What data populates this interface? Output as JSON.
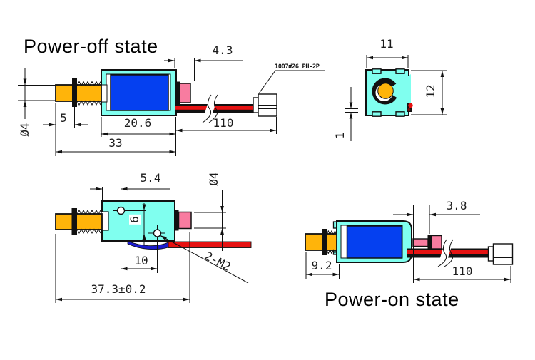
{
  "titles": {
    "power_off": "Power-off state",
    "power_on": "Power-on state"
  },
  "labels": {
    "connector": "1007#26 PH-2P",
    "thread": "2-M2"
  },
  "dims": {
    "off": {
      "stroke": "4.3",
      "shaft_dia": "Ø4",
      "shaft_len": "5",
      "body_len": "20.6",
      "total_len": "33",
      "wire_len": "110"
    },
    "end": {
      "width": "11",
      "height": "12",
      "plate_thickness": "1"
    },
    "bottom": {
      "hole_offset": "5.4",
      "pin_dia": "Ø4",
      "hole_gap_vertical": "6",
      "hole_gap_horizontal": "10",
      "total_len": "37.3±0.2"
    },
    "on": {
      "stroke": "3.8",
      "shaft_len": "9.2",
      "wire_len": "110"
    }
  },
  "colors": {
    "frame": "#80FFEF",
    "coil": "#0540F0",
    "plunger": "#FFB40A",
    "pin": "#F87CA0",
    "wire_red": "#E61212",
    "wire_blue": "#1C1CCE",
    "outline": "#111111"
  }
}
